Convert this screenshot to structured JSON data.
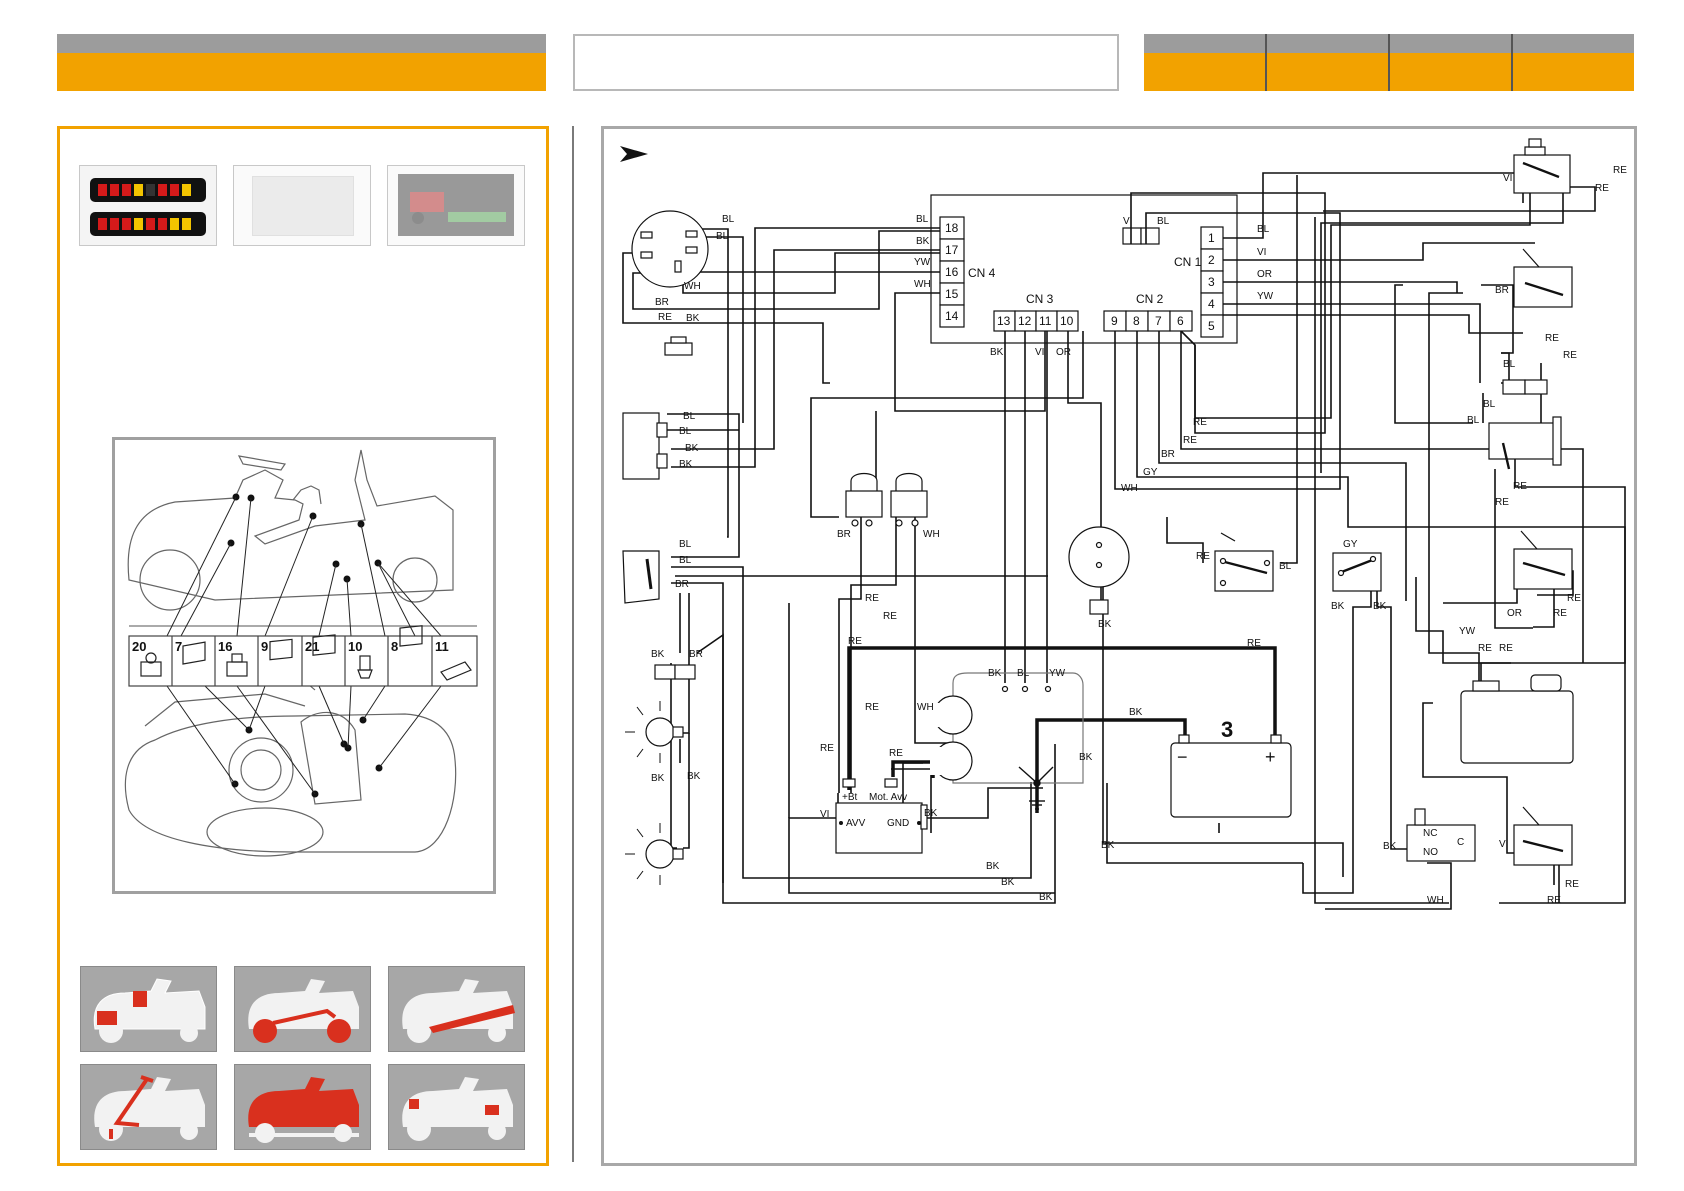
{
  "header": {
    "title": "",
    "tabs": [
      "",
      "",
      "",
      ""
    ]
  },
  "left": {
    "component_badges": [
      "20",
      "7",
      "16",
      "9",
      "21",
      "10",
      "8",
      "11"
    ]
  },
  "diagram": {
    "connectors": {
      "cn4": {
        "name": "CN 4",
        "pins": [
          "18",
          "17",
          "16",
          "15",
          "14"
        ]
      },
      "cn3": {
        "name": "CN 3",
        "pins": [
          "13",
          "12",
          "11",
          "10"
        ]
      },
      "cn2": {
        "name": "CN 2",
        "pins": [
          "9",
          "8",
          "7",
          "6"
        ]
      },
      "cn1": {
        "name": "CN 1",
        "pins": [
          "1",
          "2",
          "3",
          "4",
          "5"
        ]
      }
    },
    "module": {
      "bt": "+Bt",
      "mot": "Mot. Avv",
      "avv": "AVV",
      "gnd": "GND"
    },
    "battery": {
      "number": "3",
      "minus": "−",
      "plus": "+"
    },
    "switch": {
      "nc": "NC",
      "no": "NO",
      "c": "C"
    },
    "wires": {
      "bl": "BL",
      "bk": "BK",
      "yw": "YW",
      "wh": "WH",
      "br": "BR",
      "re": "RE",
      "vi": "VI",
      "or": "OR",
      "gy": "GY"
    }
  },
  "colors": {
    "accent_orange": "#f2a200",
    "header_gray": "#9c9c9c",
    "red_highlight": "#d9301e"
  }
}
